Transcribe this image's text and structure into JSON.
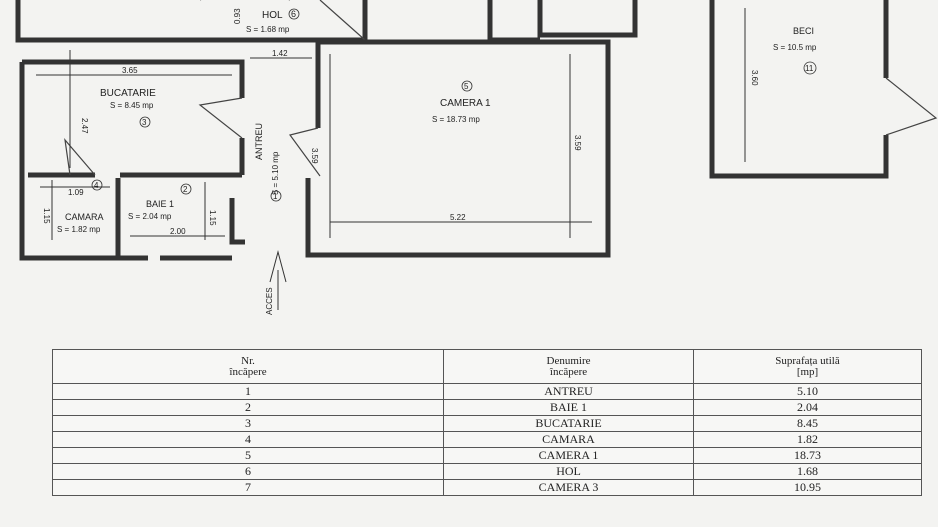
{
  "rooms": [
    {
      "id": "hol",
      "name": "HOL",
      "area_label": "S = 1.68 mp",
      "number": "6"
    },
    {
      "id": "bucatarie",
      "name": "BUCATARIE",
      "area_label": "S = 8.45 mp",
      "number": "3"
    },
    {
      "id": "camera1",
      "name": "CAMERA 1",
      "area_label": "S = 18.73 mp",
      "number": "5"
    },
    {
      "id": "antreu",
      "name": "ANTREU",
      "area_label": "S = 5.10 mp",
      "number": "1"
    },
    {
      "id": "camara",
      "name": "CAMARA",
      "area_label": "S = 1.82 mp",
      "number": "4"
    },
    {
      "id": "baie",
      "name": "BAIE 1",
      "area_label": "S = 2.04 mp",
      "number": "2"
    },
    {
      "id": "beci",
      "name": "BECI",
      "area_label": "S = 10.5 mp",
      "number": "11"
    }
  ],
  "dimensions": {
    "hol_width": "0.93",
    "hol_gap": "1.42",
    "buc_width": "3.65",
    "buc_height": "2.47",
    "cam1_height_left": "3.59",
    "cam1_height_right": "3.59",
    "cam1_width": "5.22",
    "camara_w": "1.09",
    "camara_h": "1.15",
    "baie_h": "1.15",
    "baie_w": "2.00",
    "beci_h": "3.60"
  },
  "access_label": "ACCES",
  "table": {
    "headers": [
      [
        "Nr.",
        "încăpere"
      ],
      [
        "Denumire",
        "încăpere"
      ],
      [
        "Suprafața utilă",
        "[mp]"
      ]
    ],
    "rows": [
      {
        "nr": "1",
        "name": "ANTREU",
        "area": "5.10"
      },
      {
        "nr": "2",
        "name": "BAIE 1",
        "area": "2.04"
      },
      {
        "nr": "3",
        "name": "BUCATARIE",
        "area": "8.45"
      },
      {
        "nr": "4",
        "name": "CAMARA",
        "area": "1.82"
      },
      {
        "nr": "5",
        "name": "CAMERA 1",
        "area": "18.73"
      },
      {
        "nr": "6",
        "name": "HOL",
        "area": "1.68"
      },
      {
        "nr": "7",
        "name": "CAMERA 3",
        "area": "10.95"
      }
    ]
  }
}
